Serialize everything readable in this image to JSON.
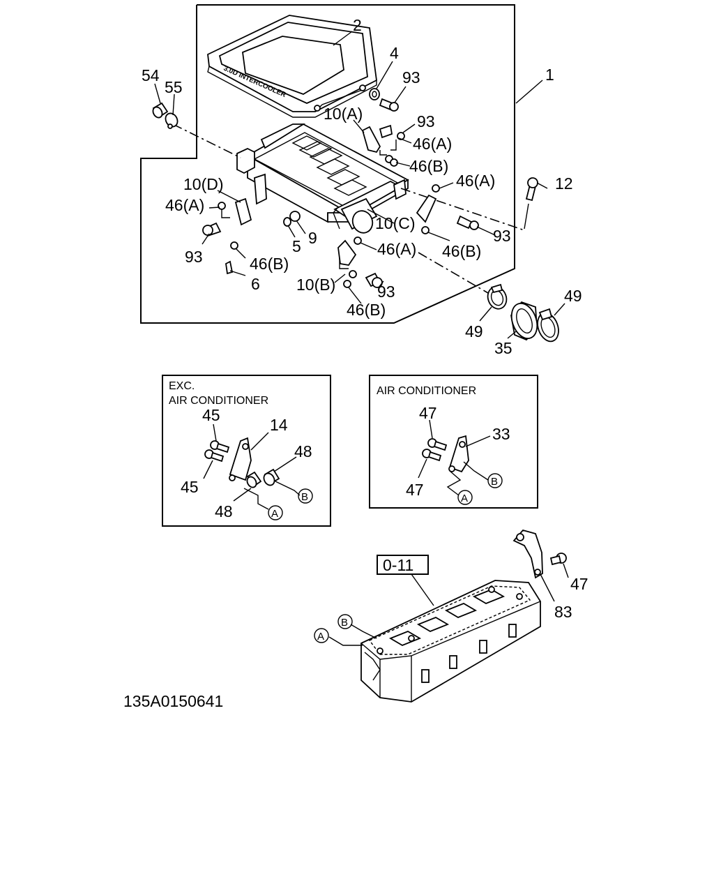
{
  "main_assembly": {
    "labels": {
      "p1": "1",
      "p2": "2",
      "p4": "4",
      "p93_a": "93",
      "p54": "54",
      "p55": "55",
      "p10a": "10(A)",
      "p93_b": "93",
      "p46a_1": "46(A)",
      "p46b_1": "46(B)",
      "p10d": "10(D)",
      "p46a_2": "46(A)",
      "p46a_3": "46(A)",
      "p12": "12",
      "p10c": "10(C)",
      "p93_c": "93",
      "p93_d": "93",
      "p5": "5",
      "p9": "9",
      "p46a_4": "46(A)",
      "p46b_2": "46(B)",
      "p46b_3": "46(B)",
      "p6": "6",
      "p10b": "10(B)",
      "p93_e": "93",
      "p46b_4": "46(B)",
      "p49_a": "49",
      "p49_b": "49",
      "p35": "35"
    },
    "logo_text": "3.0D INTERCOOLER"
  },
  "inset_exc_ac": {
    "title_line1": "EXC.",
    "title_line2": "AIR CONDITIONER",
    "labels": {
      "p45_a": "45",
      "p14": "14",
      "p48_a": "48",
      "p45_b": "45",
      "p48_b": "48"
    },
    "marker_b": "B",
    "marker_a": "A"
  },
  "inset_ac": {
    "title": "AIR CONDITIONER",
    "labels": {
      "p47_a": "47",
      "p33": "33",
      "p47_b": "47"
    },
    "marker_b": "B",
    "marker_a": "A"
  },
  "cylinder_head": {
    "ref_box": "0-11",
    "labels": {
      "p47": "47",
      "p83": "83"
    },
    "marker_a": "A",
    "marker_b": "B"
  },
  "drawing_number": "135A0150641"
}
